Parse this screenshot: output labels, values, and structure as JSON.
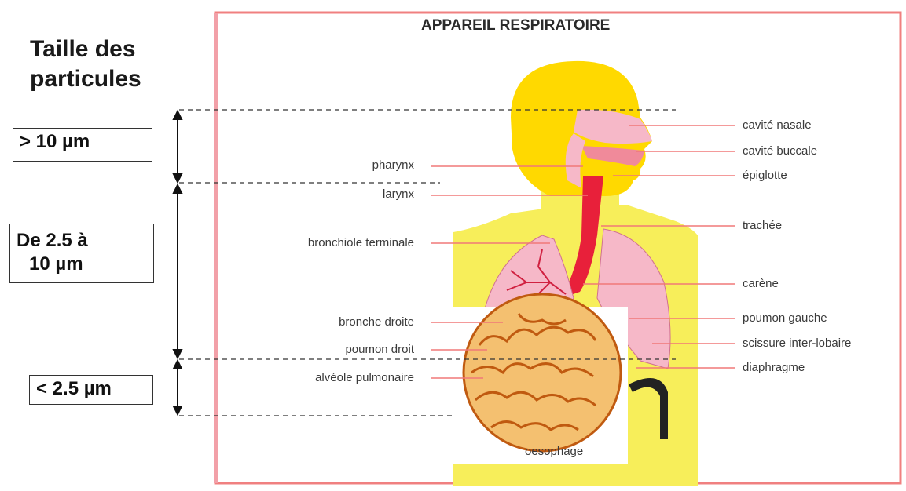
{
  "heading": {
    "line1": "Taille des",
    "line2": "particules"
  },
  "size_ranges": [
    {
      "label_line1": "> 10 µm",
      "label_line2": ""
    },
    {
      "label_line1": "De 2.5 à",
      "label_line2": "10 µm"
    },
    {
      "label_line1": "< 2.5 µm",
      "label_line2": ""
    }
  ],
  "panel": {
    "title": "APPAREIL RESPIRATOIRE"
  },
  "labels_left": [
    "pharynx",
    "larynx",
    "bronchiole terminale",
    "bronche droite",
    "poumon droit",
    "alvéole pulmonaire"
  ],
  "labels_right": [
    "cavité nasale",
    "cavité buccale",
    "épiglotte",
    "trachée",
    "carène",
    "poumon gauche",
    "scissure inter-lobaire",
    "diaphragme"
  ],
  "label_bottom": "oesophage",
  "colors": {
    "panel_border": "#f08080",
    "body_yellow": "#f7ea3a",
    "head_yellow": "#ffd900",
    "trachea_red": "#e8203a",
    "lung_pink": "#f6b8c8",
    "leader_line": "#f07878",
    "alveoli_orange": "#e8883a"
  }
}
